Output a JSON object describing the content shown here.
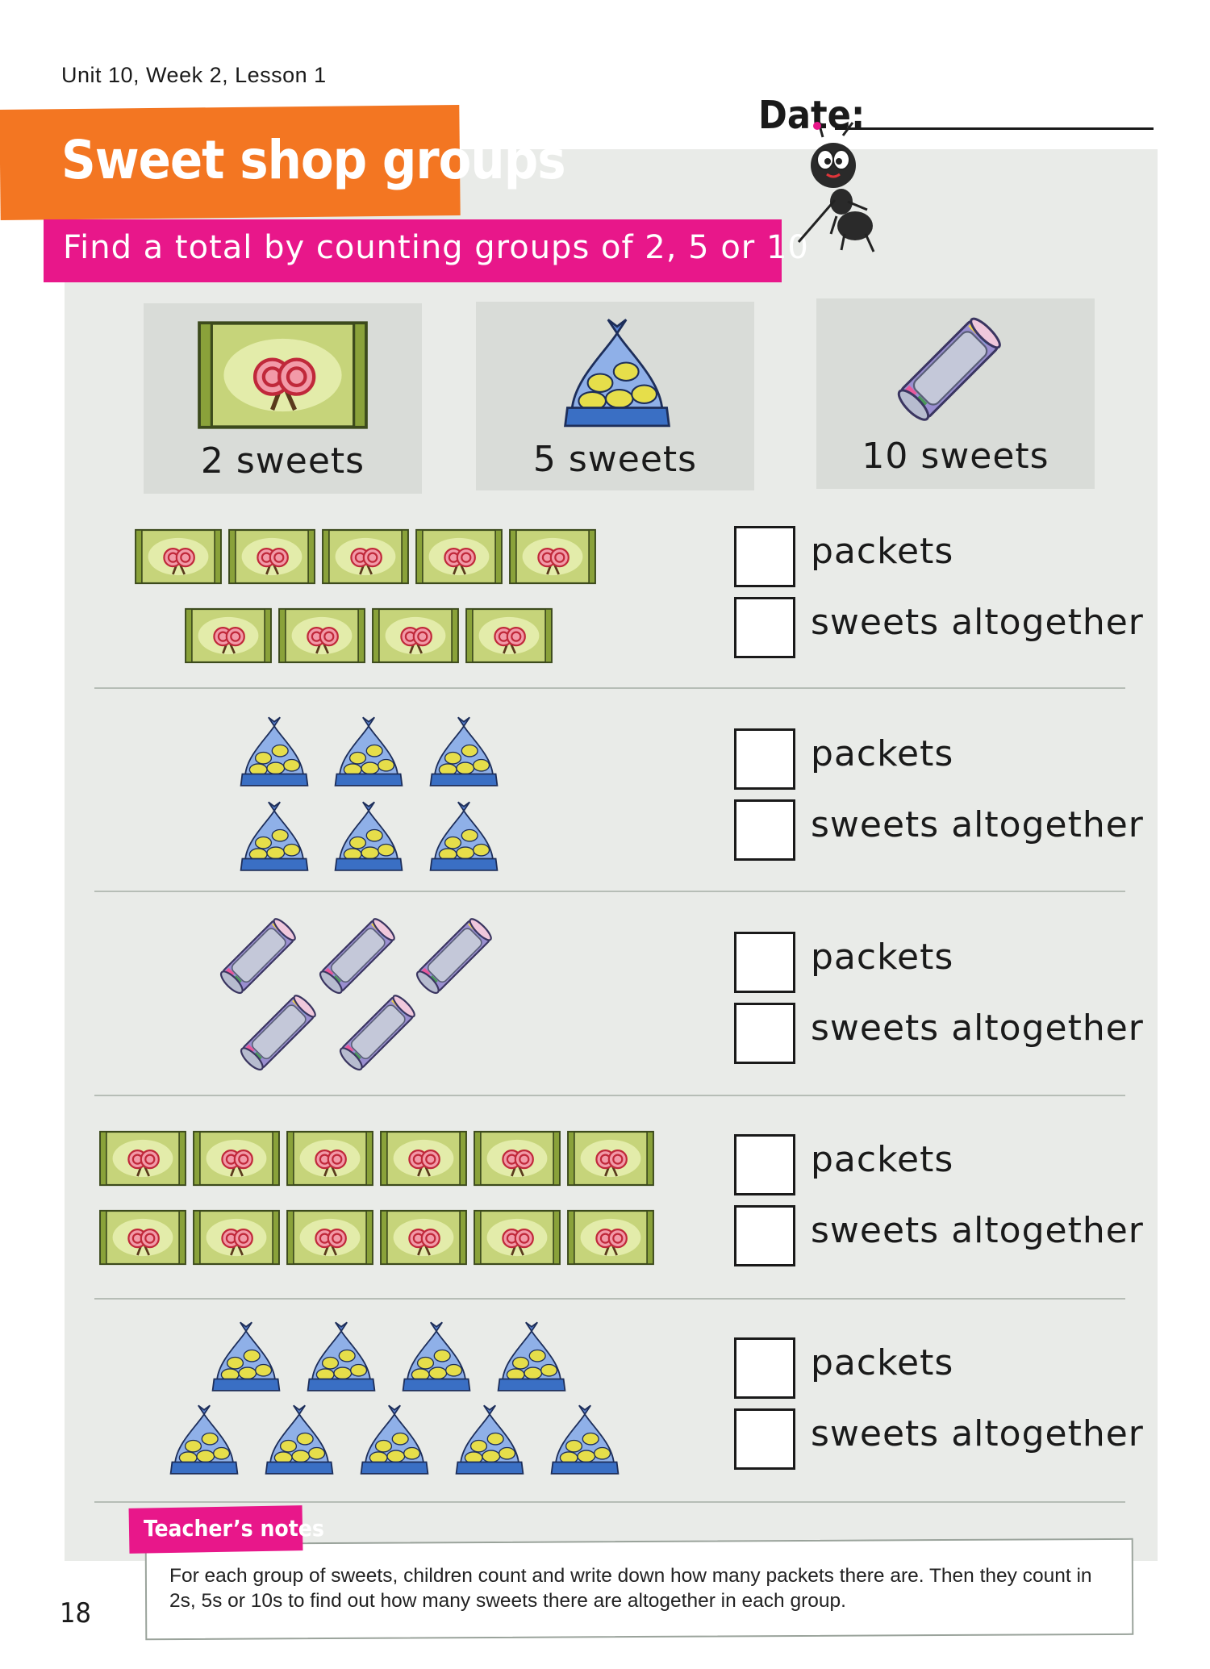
{
  "header": {
    "unit_line": "Unit 10, Week 2, Lesson 1",
    "date_label": "Date:"
  },
  "title": "Sweet shop groups",
  "subtitle": "Find a total by counting groups of 2, 5 or 10",
  "key": [
    {
      "icon": "lollipop-packet-icon",
      "label": "2 sweets"
    },
    {
      "icon": "sweet-bag-icon",
      "label": "5 sweets"
    },
    {
      "icon": "sweet-tube-icon",
      "label": "10 sweets"
    }
  ],
  "answer_labels": {
    "packets": "packets",
    "sweets": "sweets altogether"
  },
  "groups": [
    {
      "item": "lollipop-packet-icon",
      "count": 9
    },
    {
      "item": "sweet-bag-icon",
      "count": 6
    },
    {
      "item": "sweet-tube-icon",
      "count": 5
    },
    {
      "item": "lollipop-packet-icon",
      "count": 12
    },
    {
      "item": "sweet-bag-icon",
      "count": 9
    }
  ],
  "teachers_notes": {
    "tab": "Teacher’s notes",
    "text": "For each group of sweets, children count and write down how many packets there are. Then they count in 2s, 5s or 10s to find out how many sweets there are altogether in each group."
  },
  "page_number": "18",
  "colors": {
    "orange": "#f37622",
    "magenta": "#e8178a",
    "panel": "#e9ebe8",
    "packet_green": "#a9c14a",
    "bag_blue": "#3a6fc4",
    "tube_grey": "#b7bccf"
  }
}
